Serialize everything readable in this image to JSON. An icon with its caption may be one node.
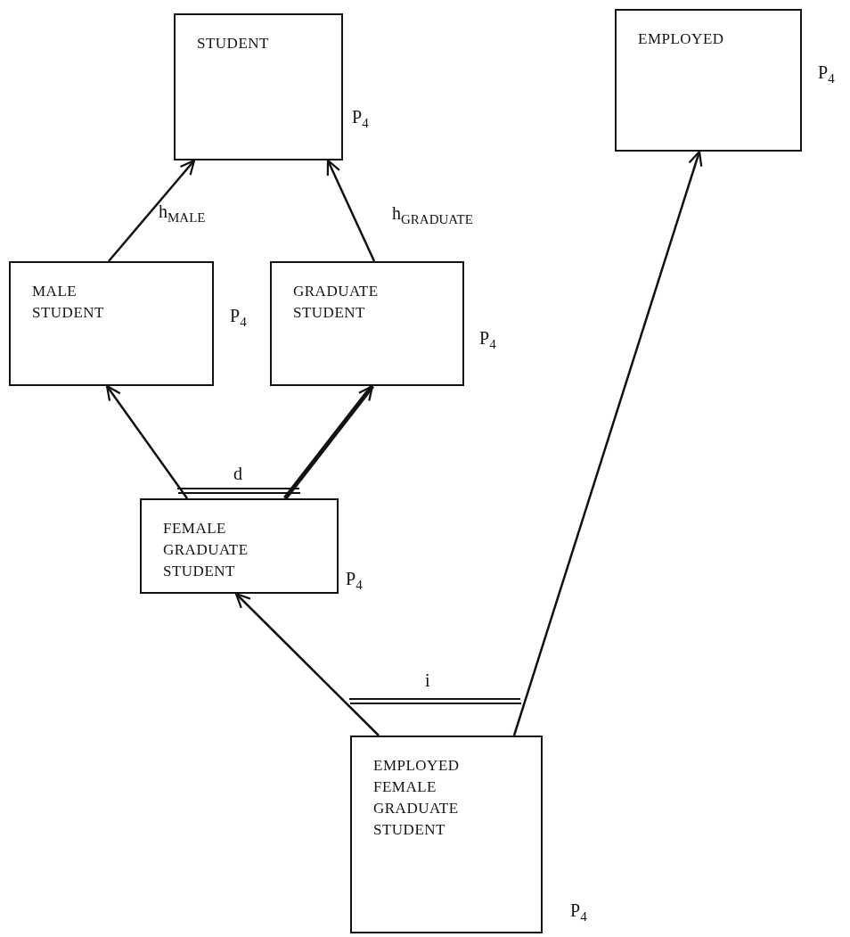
{
  "diagram": {
    "nodes": [
      {
        "text": [
          "STUDENT"
        ],
        "beside": [
          "P$_{4}$"
        ]
      },
      {
        "text": [
          "EMPLOYED"
        ],
        "beside": [
          "P$_{4}$"
        ]
      },
      {
        "text": [
          "MALE STUDENT"
        ],
        "beside": [
          "P$_{4}$"
        ]
      },
      {
        "text": [
          "GRADUATE STUDENT"
        ],
        "beside": [
          "P$_{4}$"
        ]
      },
      {
        "text": [
          "FEMALE GRADUATE STUDENT"
        ],
        "beside": [
          "P$_{4}$"
        ]
      },
      {
        "text": [
          "EMPLOYED FEMALE GRADUATE STUDENT"
        ],
        "beside": [
          "P$_{4}$"
        ]
      }
    ],
    "edges": [
      {
        "from": 2,
        "to": 0,
        "arrow": "to",
        "label": "h$_{MALE}$"
      },
      {
        "from": 3,
        "to": 0,
        "arrow": "to",
        "label": "h$_{GRADUATE}$"
      },
      {
        "from": 4,
        "to": 2,
        "arrow": "to"
      },
      {
        "from": 4,
        "to": 3,
        "arrow": "to",
        "style": "thick"
      },
      {
        "from": 5,
        "to": 4,
        "arrow": "to"
      },
      {
        "from": 5,
        "to": 1,
        "arrow": "to"
      }
    ],
    "labels": [
      "d",
      "i"
    ]
  }
}
